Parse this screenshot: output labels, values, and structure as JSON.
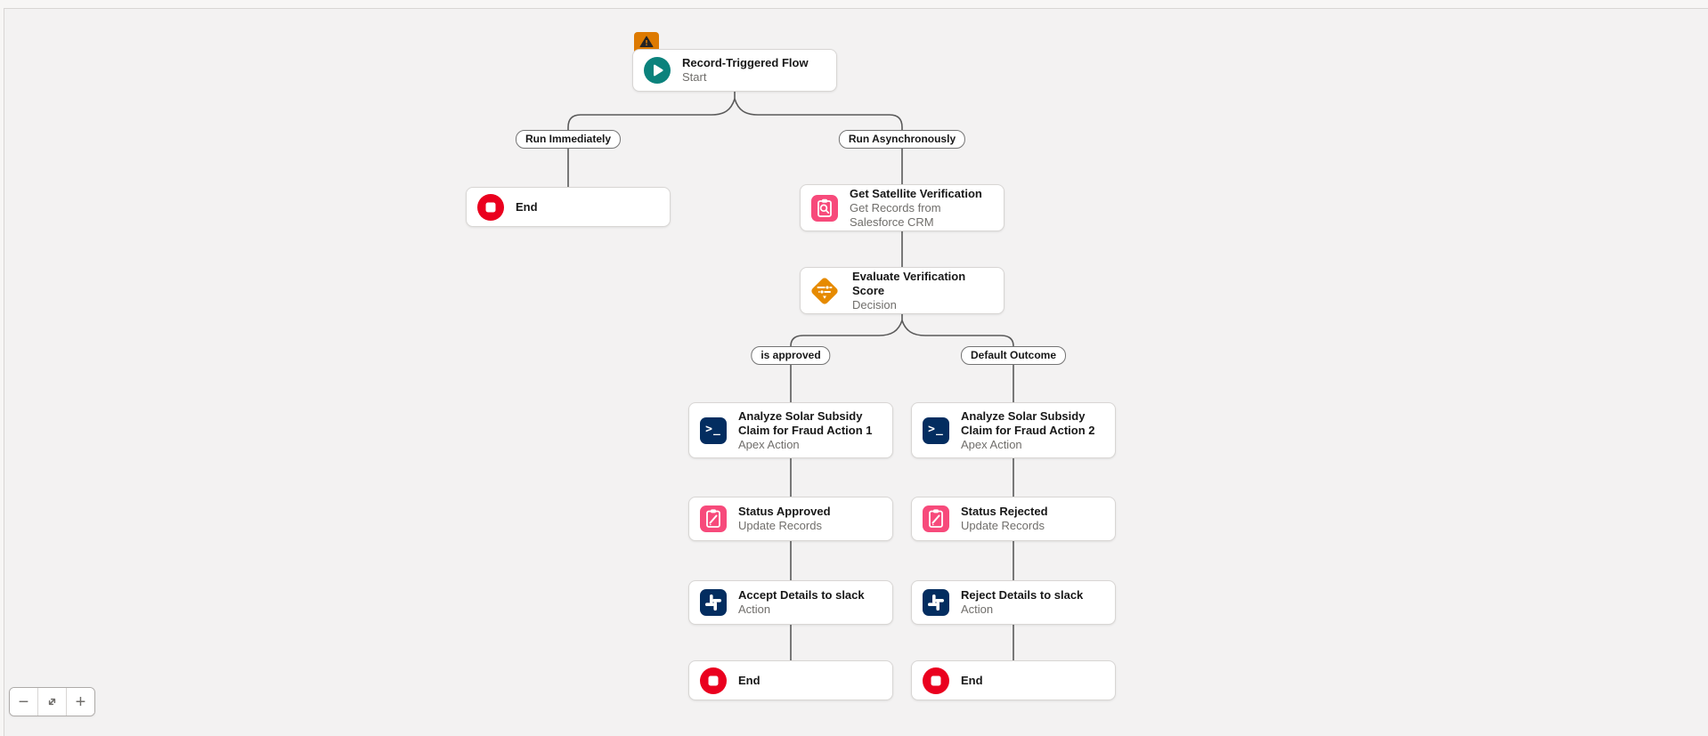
{
  "flow": {
    "start": {
      "title": "Record-Triggered Flow",
      "subtitle": "Start"
    },
    "branches": {
      "run_immediately": "Run Immediately",
      "run_asynchronously": "Run Asynchronously",
      "is_approved": "is approved",
      "default_outcome": "Default Outcome"
    },
    "nodes": {
      "end_immediate": {
        "title": "End"
      },
      "get_records": {
        "title": "Get Satellite Verification",
        "subtitle": "Get Records from Salesforce CRM"
      },
      "decision": {
        "title": "Evaluate Verification Score",
        "subtitle": "Decision"
      },
      "apex1": {
        "title": "Analyze Solar Subsidy Claim for Fraud Action 1",
        "subtitle": "Apex Action"
      },
      "apex2": {
        "title": "Analyze Solar Subsidy Claim for Fraud Action 2",
        "subtitle": "Apex Action"
      },
      "update_approved": {
        "title": "Status Approved",
        "subtitle": "Update Records"
      },
      "update_rejected": {
        "title": "Status Rejected",
        "subtitle": "Update Records"
      },
      "slack_accept": {
        "title": "Accept Details to slack",
        "subtitle": "Action"
      },
      "slack_reject": {
        "title": "Reject Details to slack",
        "subtitle": "Action"
      },
      "end_approved": {
        "title": "End"
      },
      "end_rejected": {
        "title": "End"
      }
    },
    "zoom_controls": {
      "zoom_out": "−",
      "zoom_in": "+"
    },
    "colors": {
      "canvas_bg": "#f3f2f2",
      "start_teal": "#0b827c",
      "end_red": "#ea001e",
      "data_pink": "#f74a7b",
      "decision_orange": "#e68a00",
      "action_navy": "#032d60",
      "warning_orange": "#dd7a01",
      "connector_gray": "#5a5a5a"
    }
  }
}
